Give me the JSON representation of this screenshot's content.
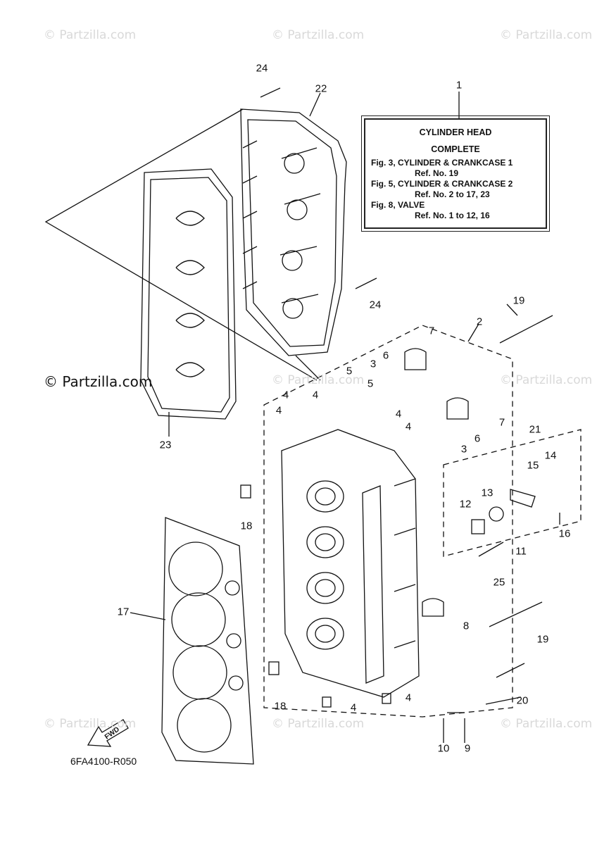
{
  "watermarks": [
    "© Partzilla.com",
    "© Partzilla.com",
    "© Partzilla.com",
    "© Partzilla.com",
    "© Partzilla.com",
    "© Partzilla.com",
    "© Partzilla.com",
    "© Partzilla.com"
  ],
  "brand_label": "© Partzilla.com",
  "info_box": {
    "title_line1": "CYLINDER HEAD",
    "title_line2": "COMPLETE",
    "lines": [
      {
        "text": "Fig. 3, CYLINDER & CRANKCASE 1",
        "indent": false
      },
      {
        "text": "Ref. No. 19",
        "indent": true
      },
      {
        "text": "Fig. 5, CYLINDER & CRANKCASE 2",
        "indent": false
      },
      {
        "text": "Ref. No. 2 to 17, 23",
        "indent": true
      },
      {
        "text": "Fig. 8, VALVE",
        "indent": false
      },
      {
        "text": "Ref. No. 1 to 12, 16",
        "indent": true
      }
    ]
  },
  "callouts": [
    "1",
    "24",
    "22",
    "24",
    "19",
    "2",
    "7",
    "6",
    "3",
    "5",
    "5",
    "4",
    "4",
    "4",
    "4",
    "4",
    "23",
    "7",
    "6",
    "3",
    "21",
    "14",
    "15",
    "13",
    "12",
    "18",
    "16",
    "11",
    "25",
    "17",
    "8",
    "19",
    "18",
    "4",
    "4",
    "20",
    "10",
    "9"
  ],
  "fwd_label": "FWD",
  "part_code": "6FA4100-R050"
}
